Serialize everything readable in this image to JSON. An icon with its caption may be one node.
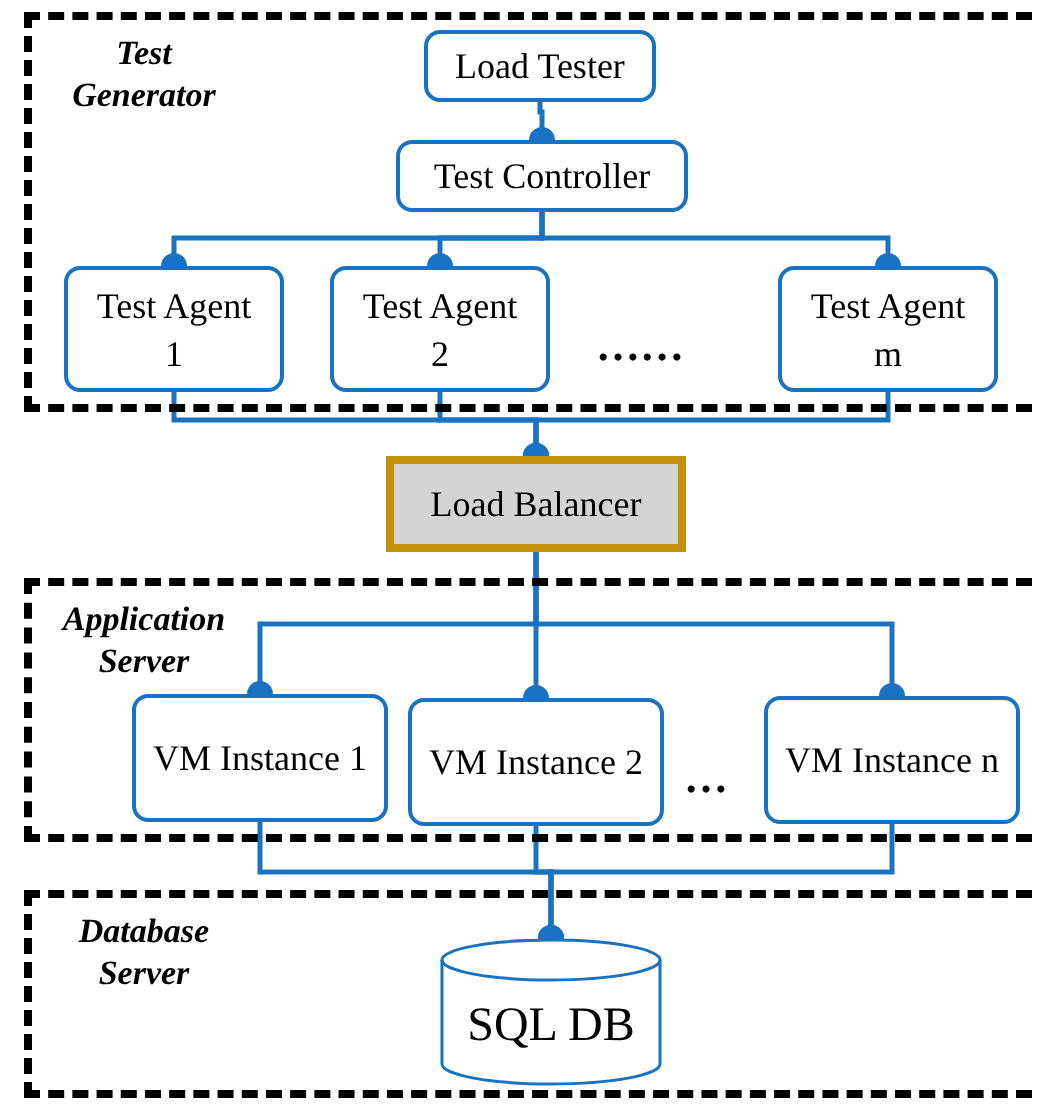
{
  "diagram": {
    "nodes": [
      {
        "text": [
          "Test Generator"
        ]
      },
      {
        "text": [
          "Load Tester"
        ],
        "in": 0
      },
      {
        "text": [
          "Test Controller"
        ],
        "in": 0
      },
      {
        "text": [
          "Test Agent 1"
        ],
        "in": 0
      },
      {
        "text": [
          "Test Agent 2"
        ],
        "in": 0
      },
      {
        "text": [
          "Test Agent m"
        ],
        "in": 0
      },
      {
        "text": [
          "Load Balancer"
        ]
      },
      {
        "text": [
          "Application Server"
        ]
      },
      {
        "text": [
          "VM Instance 1"
        ],
        "in": 7
      },
      {
        "text": [
          "VM Instance 2"
        ],
        "in": 7
      },
      {
        "text": [
          "VM Instance n"
        ],
        "in": 7
      },
      {
        "text": [
          "Database Server"
        ]
      },
      {
        "text": [
          "SQL DB"
        ],
        "in": 11
      }
    ],
    "edges": [
      {
        "from": 1,
        "to": 2,
        "arrow": "other"
      },
      {
        "from": 2,
        "to": 3,
        "arrow": "other"
      },
      {
        "from": 2,
        "to": 4,
        "arrow": "other"
      },
      {
        "from": 2,
        "to": 5,
        "arrow": "other"
      },
      {
        "from": 3,
        "to": 6,
        "arrow": "other"
      },
      {
        "from": 4,
        "to": 6,
        "arrow": "other"
      },
      {
        "from": 5,
        "to": 6,
        "arrow": "other"
      },
      {
        "from": 6,
        "to": 8,
        "arrow": "other"
      },
      {
        "from": 6,
        "to": 9,
        "arrow": "other"
      },
      {
        "from": 6,
        "to": 10,
        "arrow": "other"
      },
      {
        "from": 8,
        "to": 12,
        "arrow": "other"
      },
      {
        "from": 9,
        "to": 12,
        "arrow": "other"
      },
      {
        "from": 10,
        "to": 12,
        "arrow": "other"
      }
    ],
    "labels": [
      "……",
      "…"
    ]
  }
}
